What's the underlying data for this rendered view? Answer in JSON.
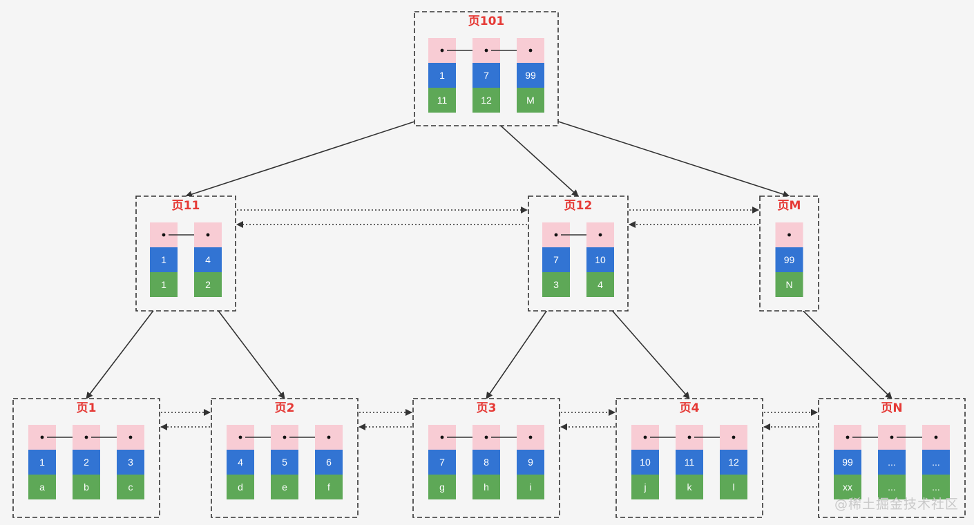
{
  "colors": {
    "pointer": "#f8ccd4",
    "key": "#3274d3",
    "value": "#5ea857",
    "page_title": "#e53935",
    "border": "#333333",
    "background": "#f5f5f5",
    "pointer_dot": "#111111"
  },
  "pages": [
    {
      "id": "p101",
      "title": "页101",
      "level": "root",
      "entries": [
        {
          "key": "1",
          "value": "11"
        },
        {
          "key": "7",
          "value": "12"
        },
        {
          "key": "99",
          "value": "M"
        }
      ]
    },
    {
      "id": "p11",
      "title": "页11",
      "level": "internal",
      "entries": [
        {
          "key": "1",
          "value": "1"
        },
        {
          "key": "4",
          "value": "2"
        }
      ]
    },
    {
      "id": "p12",
      "title": "页12",
      "level": "internal",
      "entries": [
        {
          "key": "7",
          "value": "3"
        },
        {
          "key": "10",
          "value": "4"
        }
      ]
    },
    {
      "id": "pM",
      "title": "页M",
      "level": "internal",
      "entries": [
        {
          "key": "99",
          "value": "N"
        }
      ]
    },
    {
      "id": "p1",
      "title": "页1",
      "level": "leaf",
      "entries": [
        {
          "key": "1",
          "value": "a"
        },
        {
          "key": "2",
          "value": "b"
        },
        {
          "key": "3",
          "value": "c"
        }
      ]
    },
    {
      "id": "p2",
      "title": "页2",
      "level": "leaf",
      "entries": [
        {
          "key": "4",
          "value": "d"
        },
        {
          "key": "5",
          "value": "e"
        },
        {
          "key": "6",
          "value": "f"
        }
      ]
    },
    {
      "id": "p3",
      "title": "页3",
      "level": "leaf",
      "entries": [
        {
          "key": "7",
          "value": "g"
        },
        {
          "key": "8",
          "value": "h"
        },
        {
          "key": "9",
          "value": "i"
        }
      ]
    },
    {
      "id": "p4",
      "title": "页4",
      "level": "leaf",
      "entries": [
        {
          "key": "10",
          "value": "j"
        },
        {
          "key": "11",
          "value": "k"
        },
        {
          "key": "12",
          "value": "l"
        }
      ]
    },
    {
      "id": "pN",
      "title": "页N",
      "level": "leaf",
      "entries": [
        {
          "key": "99",
          "value": "xx"
        },
        {
          "key": "...",
          "value": "..."
        },
        {
          "key": "...",
          "value": "..."
        }
      ]
    }
  ],
  "child_links": [
    {
      "from": "p101",
      "entry": 0,
      "to": "p11"
    },
    {
      "from": "p101",
      "entry": 1,
      "to": "p12"
    },
    {
      "from": "p101",
      "entry": 2,
      "to": "pM"
    },
    {
      "from": "p11",
      "entry": 0,
      "to": "p1"
    },
    {
      "from": "p11",
      "entry": 1,
      "to": "p2"
    },
    {
      "from": "p12",
      "entry": 0,
      "to": "p3"
    },
    {
      "from": "p12",
      "entry": 1,
      "to": "p4"
    },
    {
      "from": "pM",
      "entry": 0,
      "to": "pN"
    }
  ],
  "sibling_links": [
    {
      "left": "p11",
      "right": "p12"
    },
    {
      "left": "p12",
      "right": "pM"
    },
    {
      "left": "p1",
      "right": "p2"
    },
    {
      "left": "p2",
      "right": "p3"
    },
    {
      "left": "p3",
      "right": "p4"
    },
    {
      "left": "p4",
      "right": "pN"
    }
  ],
  "watermark": "@稀土掘金技术社区"
}
